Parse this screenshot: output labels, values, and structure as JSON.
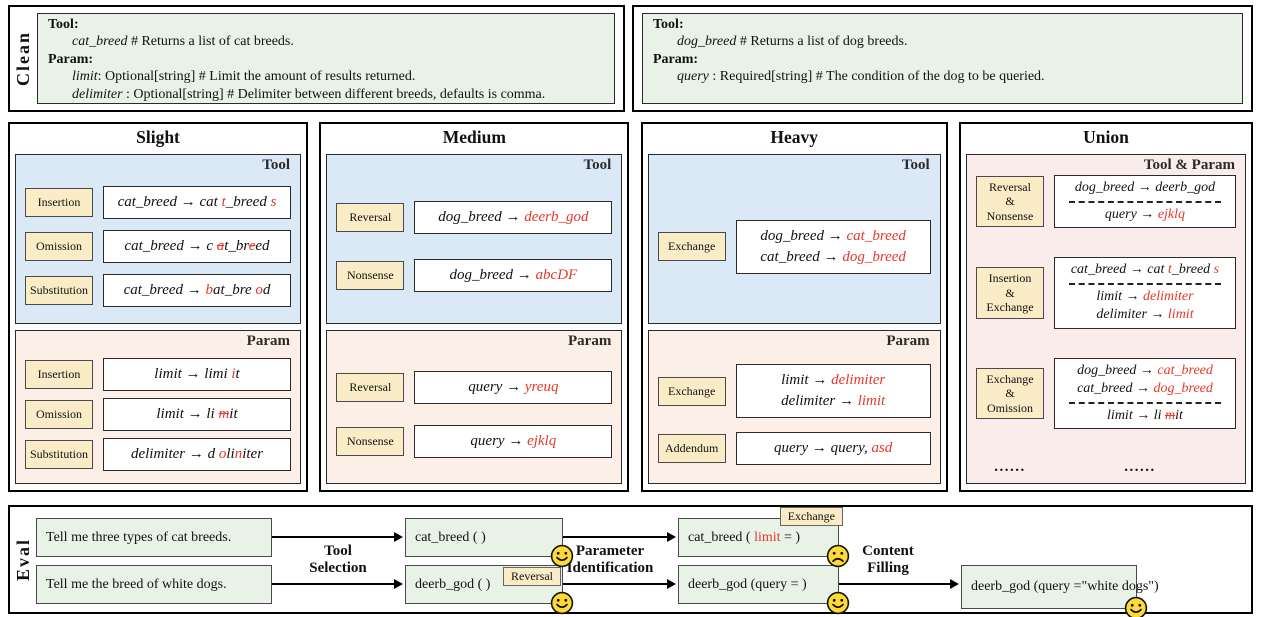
{
  "colors": {
    "green": "#e9f2e6",
    "blue": "#dbe8f6",
    "peach": "#fcefe7",
    "union_pink": "#faeceb",
    "tag_yellow": "#f9ecc6",
    "red": "#e53829",
    "face_yellow": "#ffd935"
  },
  "clean": {
    "side_label": "Clean",
    "boxes": [
      {
        "lines": [
          {
            "segs": [
              {
                "t": "Tool:",
                "b": 1
              }
            ]
          },
          {
            "ind": 1,
            "segs": [
              {
                "t": "cat_breed",
                "i": 1
              },
              {
                "t": " #  Returns a list of cat breeds."
              }
            ]
          },
          {
            "segs": [
              {
                "t": "Param:",
                "b": 1
              }
            ]
          },
          {
            "ind": 1,
            "segs": [
              {
                "t": "limit",
                "i": 1
              },
              {
                "t": ": Optional[string] # Limit the amount of results returned."
              }
            ]
          },
          {
            "ind": 1,
            "segs": [
              {
                "t": "delimiter",
                "i": 1
              },
              {
                "t": " : Optional[string] # Delimiter between different breeds, defaults is comma."
              }
            ]
          }
        ]
      },
      {
        "lines": [
          {
            "segs": [
              {
                "t": "Tool:",
                "b": 1
              }
            ]
          },
          {
            "ind": 1,
            "segs": [
              {
                "t": "dog_breed",
                "i": 1
              },
              {
                "t": " #  Returns a list of dog breeds."
              }
            ]
          },
          {
            "segs": [
              {
                "t": "Param:",
                "b": 1
              }
            ]
          },
          {
            "ind": 1,
            "segs": [
              {
                "t": "query",
                "i": 1
              },
              {
                "t": " : Required[string] # The condition of the dog to be queried."
              }
            ]
          }
        ]
      }
    ]
  },
  "panels": [
    {
      "title": "Slight",
      "sections": [
        {
          "label": "Tool",
          "bg": "blue",
          "rows": [
            {
              "tag": [
                "Insertion"
              ],
              "lines": [
                {
                  "segs": [
                    {
                      "t": "cat_breed → cat "
                    },
                    {
                      "t": "t",
                      "c": "r"
                    },
                    {
                      "t": "_breed "
                    },
                    {
                      "t": "s",
                      "c": "r"
                    }
                  ]
                }
              ]
            },
            {
              "tag": [
                "Omission"
              ],
              "lines": [
                {
                  "segs": [
                    {
                      "t": "cat_breed → c "
                    },
                    {
                      "t": "a",
                      "c": "rs"
                    },
                    {
                      "t": "t_br"
                    },
                    {
                      "t": "e",
                      "c": "rs"
                    },
                    {
                      "t": "ed"
                    }
                  ]
                }
              ]
            },
            {
              "tag": [
                "Substitution"
              ],
              "lines": [
                {
                  "segs": [
                    {
                      "t": "cat_breed → "
                    },
                    {
                      "t": "b",
                      "c": "r"
                    },
                    {
                      "t": "at_bre "
                    },
                    {
                      "t": "o",
                      "c": "r"
                    },
                    {
                      "t": "d"
                    }
                  ]
                }
              ]
            }
          ]
        },
        {
          "label": "Param",
          "bg": "peach",
          "rows": [
            {
              "tag": [
                "Insertion"
              ],
              "lines": [
                {
                  "segs": [
                    {
                      "t": "limit → limi "
                    },
                    {
                      "t": "i",
                      "c": "r"
                    },
                    {
                      "t": "t"
                    }
                  ]
                }
              ]
            },
            {
              "tag": [
                "Omission"
              ],
              "lines": [
                {
                  "segs": [
                    {
                      "t": "limit → li "
                    },
                    {
                      "t": "m",
                      "c": "rs"
                    },
                    {
                      "t": "it"
                    }
                  ]
                }
              ]
            },
            {
              "tag": [
                "Substitution"
              ],
              "lines": [
                {
                  "segs": [
                    {
                      "t": "delimiter → d "
                    },
                    {
                      "t": "o",
                      "c": "r"
                    },
                    {
                      "t": "li"
                    },
                    {
                      "t": "n",
                      "c": "r"
                    },
                    {
                      "t": "iter"
                    }
                  ]
                }
              ]
            }
          ]
        }
      ]
    },
    {
      "title": "Medium",
      "sections": [
        {
          "label": "Tool",
          "bg": "blue",
          "rows": [
            {
              "tag": [
                "Reversal"
              ],
              "lines": [
                {
                  "segs": [
                    {
                      "t": "dog_breed → "
                    },
                    {
                      "t": "deerb_god",
                      "c": "r"
                    }
                  ]
                }
              ]
            },
            {
              "tag": [
                "Nonsense"
              ],
              "lines": [
                {
                  "segs": [
                    {
                      "t": "dog_breed → "
                    },
                    {
                      "t": "abcDF",
                      "c": "r"
                    }
                  ]
                }
              ]
            }
          ]
        },
        {
          "label": "Param",
          "bg": "peach",
          "rows": [
            {
              "tag": [
                "Reversal"
              ],
              "lines": [
                {
                  "segs": [
                    {
                      "t": "query → "
                    },
                    {
                      "t": "yreuq",
                      "c": "r"
                    }
                  ]
                }
              ]
            },
            {
              "tag": [
                "Nonsense"
              ],
              "lines": [
                {
                  "segs": [
                    {
                      "t": "query → "
                    },
                    {
                      "t": "ejklq",
                      "c": "r"
                    }
                  ]
                }
              ]
            }
          ]
        }
      ]
    },
    {
      "title": "Heavy",
      "sections": [
        {
          "label": "Tool",
          "bg": "blue",
          "rows": [
            {
              "tag": [
                "Exchange"
              ],
              "lines": [
                {
                  "segs": [
                    {
                      "t": "dog_breed → "
                    },
                    {
                      "t": "cat_breed",
                      "c": "r"
                    }
                  ]
                },
                {
                  "segs": [
                    {
                      "t": "cat_breed → "
                    },
                    {
                      "t": "dog_breed",
                      "c": "r"
                    }
                  ]
                }
              ]
            }
          ]
        },
        {
          "label": "Param",
          "bg": "peach",
          "rows": [
            {
              "tag": [
                "Exchange"
              ],
              "lines": [
                {
                  "segs": [
                    {
                      "t": "limit → "
                    },
                    {
                      "t": "delimiter",
                      "c": "r"
                    }
                  ]
                },
                {
                  "segs": [
                    {
                      "t": "delimiter → "
                    },
                    {
                      "t": "limit",
                      "c": "r"
                    }
                  ]
                }
              ]
            },
            {
              "tag": [
                "Addendum"
              ],
              "lines": [
                {
                  "segs": [
                    {
                      "t": "query → query, "
                    },
                    {
                      "t": "asd",
                      "c": "r"
                    }
                  ]
                }
              ]
            }
          ]
        }
      ]
    },
    {
      "title": "Union",
      "sections": [
        {
          "label": "Tool & Param",
          "bg": "union",
          "rows": [
            {
              "tag": [
                "Reversal",
                "&",
                "Nonsense"
              ],
              "lines": [
                {
                  "segs": [
                    {
                      "t": "dog_breed → deerb_god"
                    }
                  ]
                },
                {
                  "dashed": 1
                },
                {
                  "segs": [
                    {
                      "t": "query → "
                    },
                    {
                      "t": "ejklq",
                      "c": "r"
                    }
                  ]
                }
              ]
            },
            {
              "tag": [
                "Insertion",
                "&",
                "Exchange"
              ],
              "lines": [
                {
                  "segs": [
                    {
                      "t": "cat_breed → cat "
                    },
                    {
                      "t": "t",
                      "c": "r"
                    },
                    {
                      "t": "_breed "
                    },
                    {
                      "t": "s",
                      "c": "r"
                    }
                  ]
                },
                {
                  "dashed": 1
                },
                {
                  "segs": [
                    {
                      "t": "limit → "
                    },
                    {
                      "t": "delimiter",
                      "c": "r"
                    }
                  ]
                },
                {
                  "segs": [
                    {
                      "t": "delimiter → "
                    },
                    {
                      "t": "limit",
                      "c": "r"
                    }
                  ]
                }
              ]
            },
            {
              "tag": [
                "Exchange",
                "&",
                "Omission"
              ],
              "lines": [
                {
                  "segs": [
                    {
                      "t": "dog_breed → "
                    },
                    {
                      "t": "cat_breed",
                      "c": "r"
                    }
                  ]
                },
                {
                  "segs": [
                    {
                      "t": "cat_breed → "
                    },
                    {
                      "t": "dog_breed",
                      "c": "r"
                    }
                  ]
                },
                {
                  "dashed": 1
                },
                {
                  "segs": [
                    {
                      "t": "limit → li "
                    },
                    {
                      "t": "m",
                      "c": "rs"
                    },
                    {
                      "t": "it"
                    }
                  ]
                }
              ]
            },
            {
              "ellipsis": 1,
              "left": "......",
              "right": "......"
            }
          ]
        }
      ]
    }
  ],
  "eval": {
    "side_label": "Eval",
    "queries": [
      {
        "text": "Tell me three types of cat breeds."
      },
      {
        "text": "Tell me the breed of white dogs."
      }
    ],
    "arrow_labels": [
      [
        "Tool",
        "Selection"
      ],
      [
        "Parameter",
        "Identification"
      ],
      [
        "Content",
        "Filling"
      ]
    ],
    "stage1": [
      {
        "segs": [
          {
            "t": "cat_breed ( )"
          }
        ],
        "face": "happy"
      },
      {
        "segs": [
          {
            "t": "deerb_god ( )"
          }
        ],
        "tag": "Reversal",
        "face": "happy"
      }
    ],
    "stage2": [
      {
        "segs": [
          {
            "t": "cat_breed ( "
          },
          {
            "t": "limit",
            "c": "r"
          },
          {
            "t": " = )"
          }
        ],
        "tag": "Exchange",
        "face": "sad"
      },
      {
        "segs": [
          {
            "t": "deerb_god (query = )"
          }
        ],
        "face": "happy"
      }
    ],
    "stage3": [
      {
        "segs": [
          {
            "t": "deerb_god (query =\"white dogs\")"
          }
        ],
        "face": "happy"
      }
    ]
  }
}
